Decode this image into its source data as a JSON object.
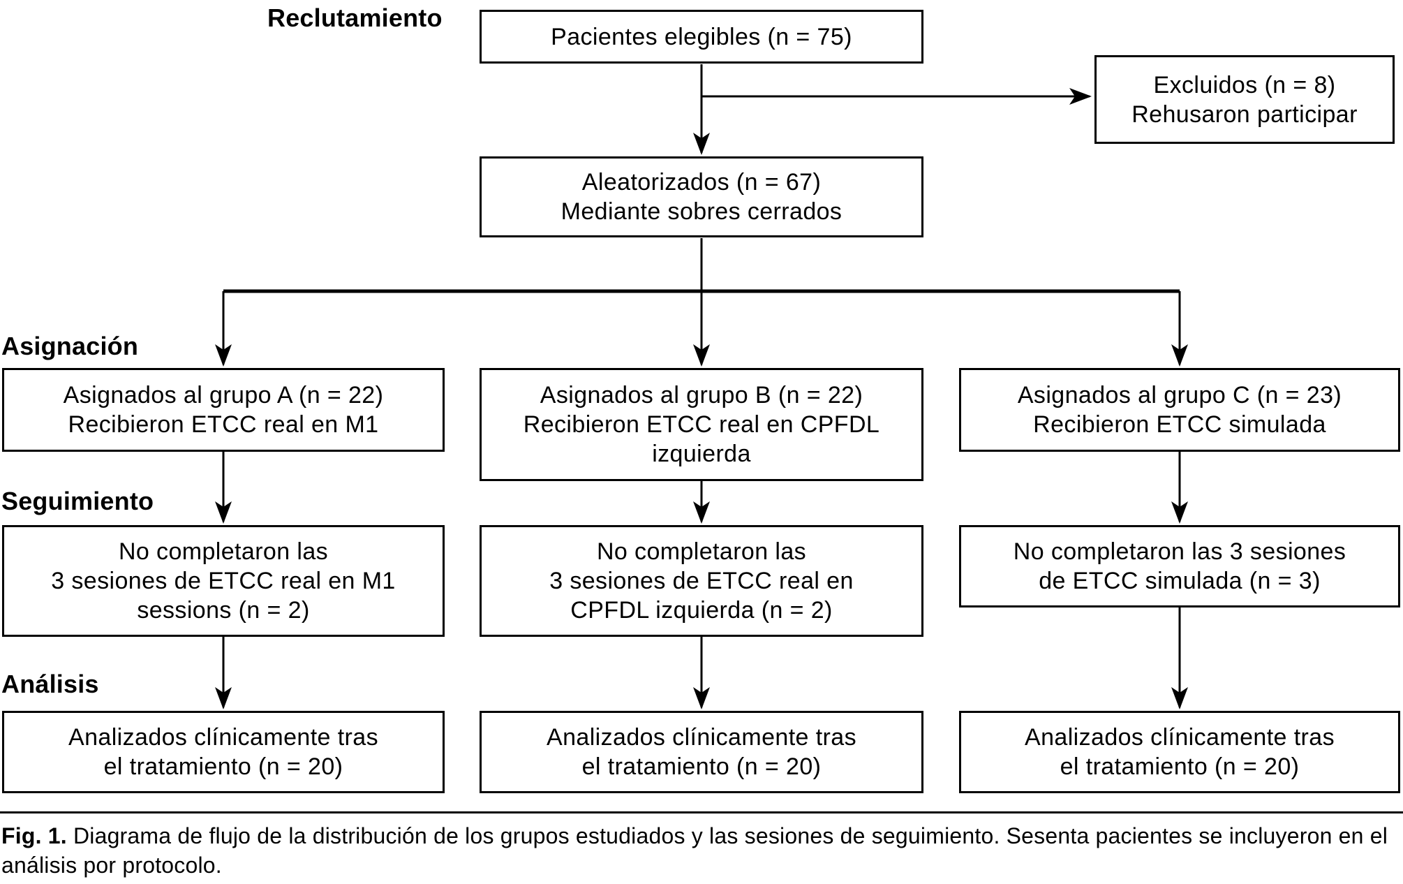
{
  "figure": {
    "stage_labels": [
      {
        "id": "recruitment",
        "text": "Reclutamiento"
      },
      {
        "id": "allocation",
        "text": "Asignación"
      },
      {
        "id": "follow_up",
        "text": "Seguimiento"
      },
      {
        "id": "analysis",
        "text": "Análisis"
      }
    ],
    "nodes": {
      "eligible": {
        "n": 75,
        "lines": [
          "Pacientes elegibles (n = 75)"
        ]
      },
      "excluded": {
        "n": 8,
        "lines": [
          "Excluidos (n = 8)",
          "Rehusaron participar"
        ]
      },
      "randomized": {
        "n": 67,
        "lines": [
          "Aleatorizados (n = 67)",
          "Mediante sobres cerrados"
        ]
      },
      "group_a": {
        "n": 22,
        "lines": [
          "Asignados al grupo A (n = 22)",
          "Recibieron ETCC real en M1"
        ]
      },
      "group_b": {
        "n": 22,
        "lines": [
          "Asignados al grupo B (n = 22)",
          "Recibieron ETCC real en CPFDL",
          "izquierda"
        ]
      },
      "group_c": {
        "n": 23,
        "lines": [
          "Asignados al grupo C (n = 23)",
          "Recibieron ETCC simulada"
        ]
      },
      "followup_a": {
        "n": 2,
        "lines": [
          "No completaron las",
          "3 sesiones de ETCC real en M1",
          "sessions (n = 2)"
        ]
      },
      "followup_b": {
        "n": 2,
        "lines": [
          "No completaron las",
          "3 sesiones de ETCC real en",
          "CPFDL izquierda (n = 2)"
        ]
      },
      "followup_c": {
        "n": 3,
        "lines": [
          "No completaron las 3 sesiones",
          "de ETCC simulada (n = 3)"
        ]
      },
      "analysis_a": {
        "n": 20,
        "lines": [
          "Analizados clínicamente tras",
          "el tratamiento (n = 20)"
        ]
      },
      "analysis_b": {
        "n": 20,
        "lines": [
          "Analizados clínicamente tras",
          "el tratamiento (n = 20)"
        ]
      },
      "analysis_c": {
        "n": 20,
        "lines": [
          "Analizados clínicamente tras",
          "el tratamiento (n = 20)"
        ]
      }
    },
    "edges": [
      {
        "from": "eligible",
        "to": "excluded"
      },
      {
        "from": "eligible",
        "to": "randomized"
      },
      {
        "from": "randomized",
        "to": "group_a"
      },
      {
        "from": "randomized",
        "to": "group_b"
      },
      {
        "from": "randomized",
        "to": "group_c"
      },
      {
        "from": "group_a",
        "to": "followup_a"
      },
      {
        "from": "group_b",
        "to": "followup_b"
      },
      {
        "from": "group_c",
        "to": "followup_c"
      },
      {
        "from": "followup_a",
        "to": "analysis_a"
      },
      {
        "from": "followup_b",
        "to": "analysis_b"
      },
      {
        "from": "followup_c",
        "to": "analysis_c"
      }
    ],
    "caption": {
      "label": "Fig. 1.",
      "text": " Diagrama de flujo de la distribución de los grupos estudiados y las sesiones de seguimiento. Sesenta pacientes se incluyeron en el análisis por protocolo."
    },
    "colors": {
      "ink": "#000000",
      "background": "#ffffff"
    }
  }
}
